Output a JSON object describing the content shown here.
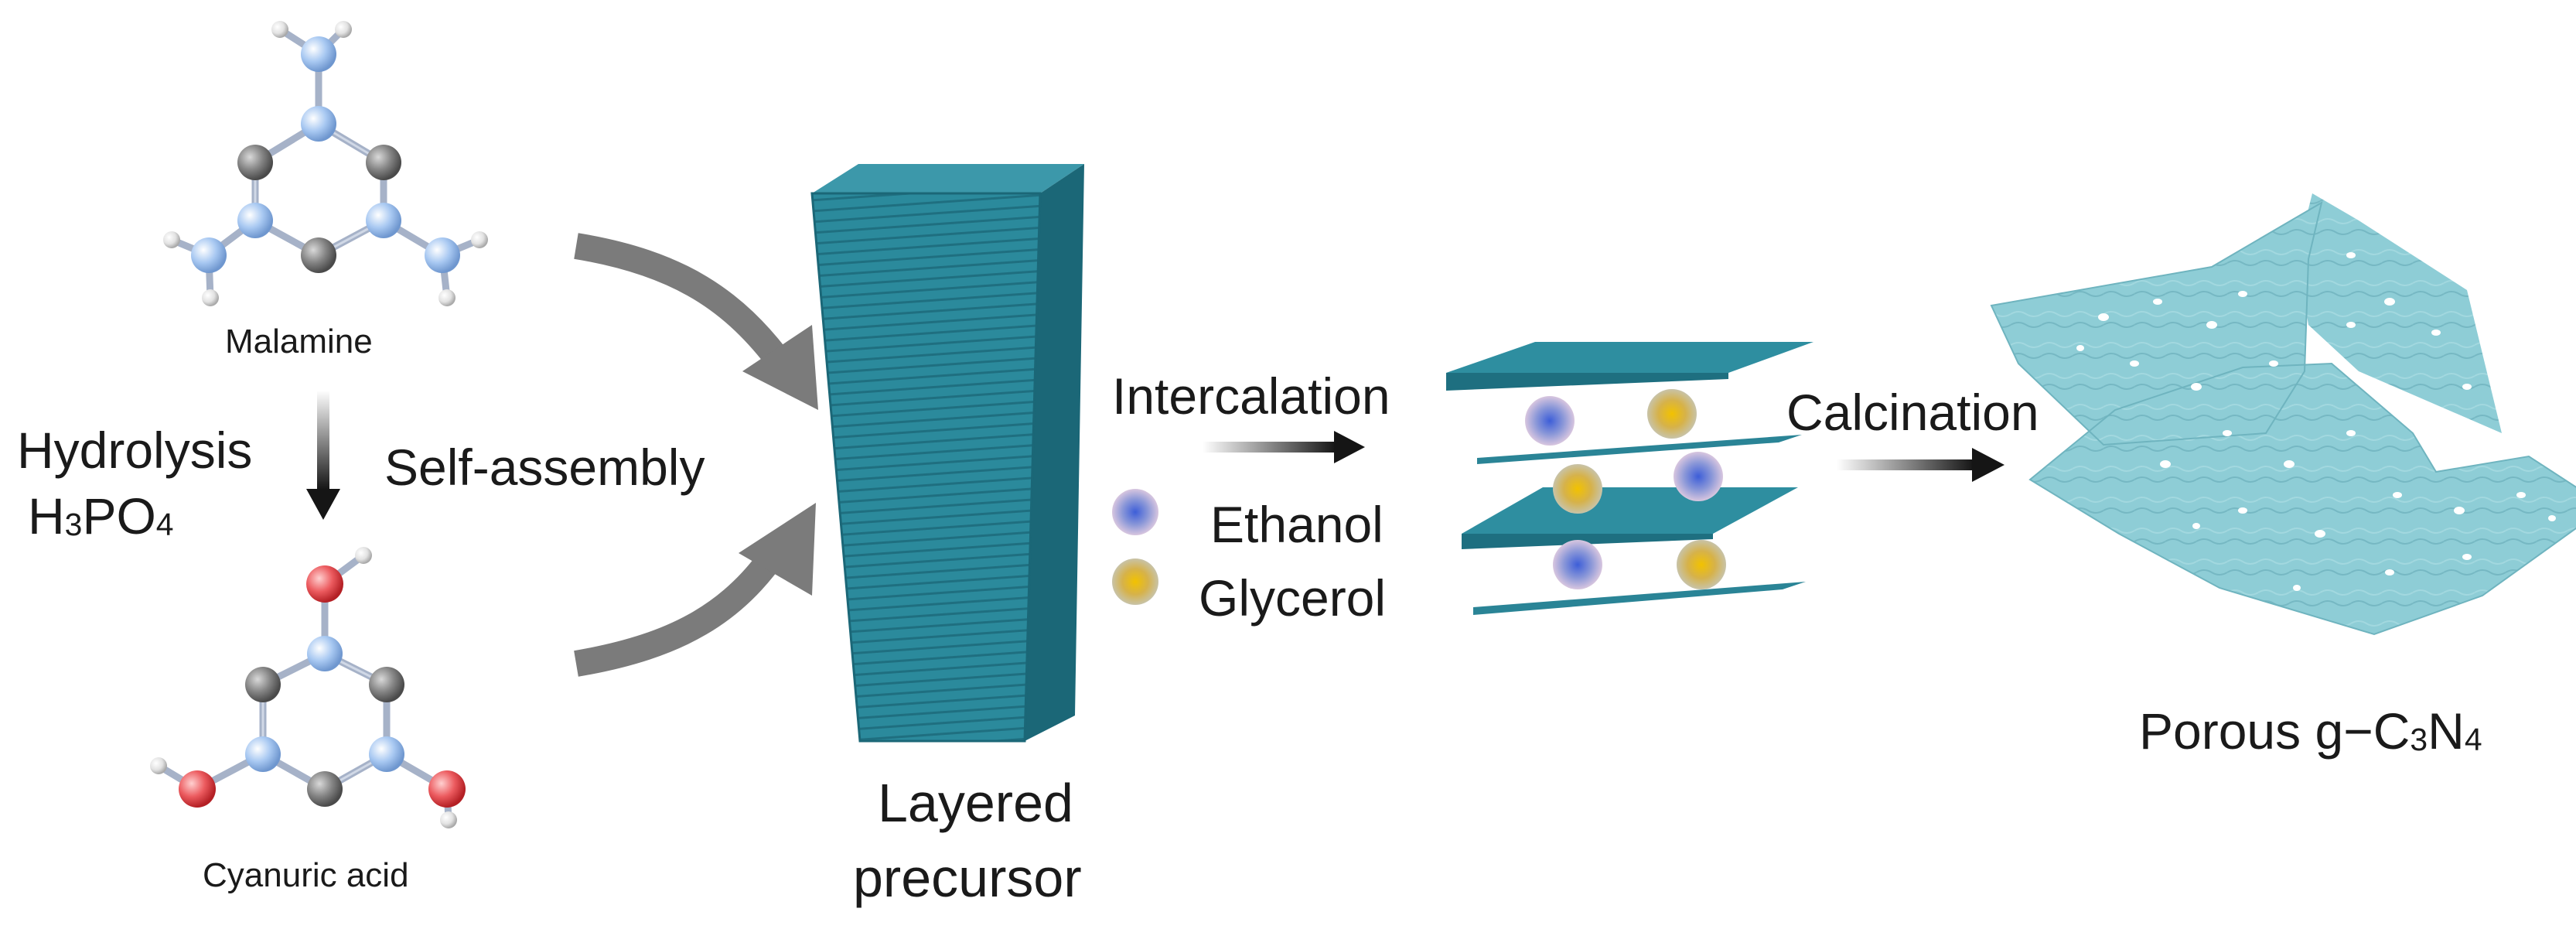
{
  "labels": {
    "malamine": "Malamine",
    "hydrolysis": "Hydrolysis",
    "h3po4": {
      "a": "H",
      "n1": "3",
      "b": "PO",
      "n2": "4"
    },
    "cyanuric": "Cyanuric acid",
    "self_assembly": "Self-assembly",
    "layered_1": "Layered",
    "layered_2": "precursor",
    "intercalation": "Intercalation",
    "ethanol": "Ethanol",
    "glycerol": "Glycerol",
    "calcination": "Calcination",
    "porous": {
      "a": "Porous g−C",
      "n1": "3",
      "b": "N",
      "n2": "4"
    }
  },
  "colors": {
    "nitrogen": "#9ec3f0",
    "carbon": "#7d7d7d",
    "oxygen": "#e8454a",
    "hydrogen": "#dddddd",
    "bond": "#a7b4cc",
    "layer": "#2e8ea0",
    "layer_dark": "#1c6d7d",
    "ethanol_ball": "#7f8fd8",
    "glycerol_ball": "#d9b126",
    "porous_sheet": "#88c9d3",
    "arrow_grey": "#7a7a7a",
    "arrow_dark": "#1a1a1a"
  }
}
